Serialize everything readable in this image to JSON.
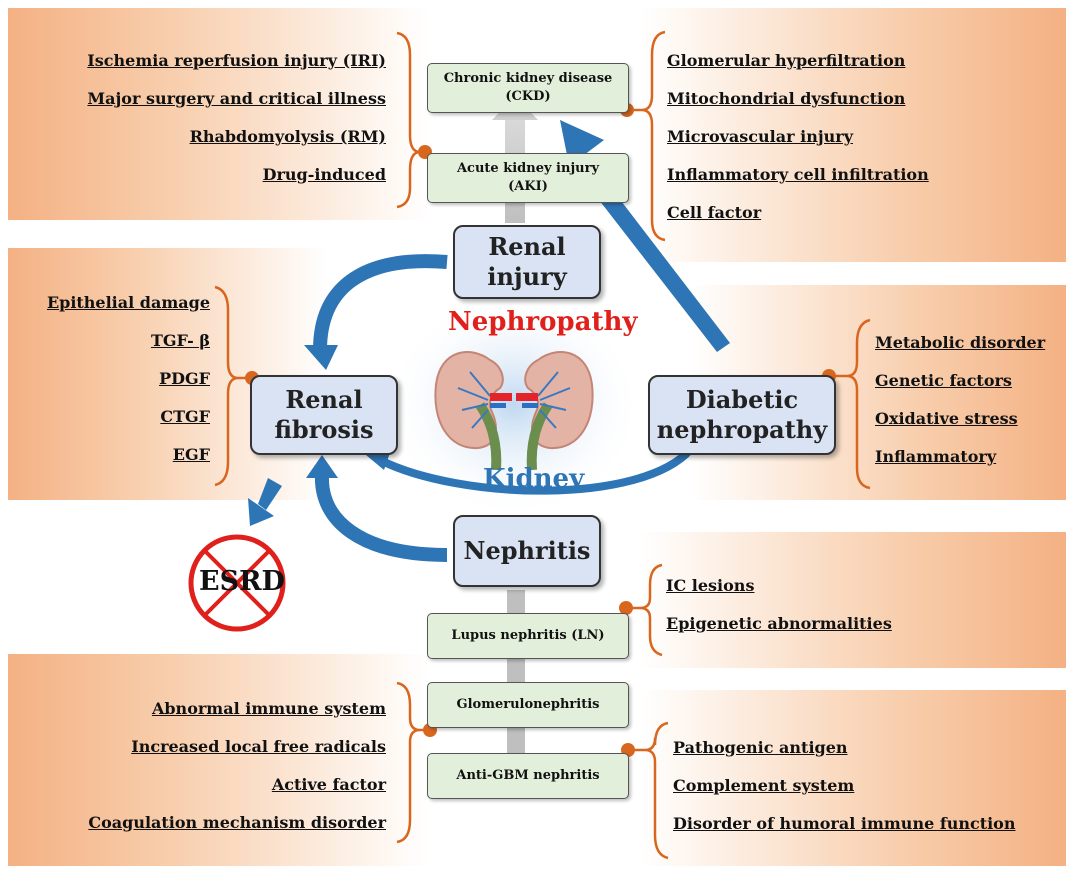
{
  "center": {
    "nephropathy": "Nephropathy",
    "kidney": "Kidney",
    "renal_injury": "Renal\ninjury",
    "renal_fibrosis": "Renal\nfibrosis",
    "diabetic_nephropathy": "Diabetic\nnephropathy",
    "nephritis": "Nephritis",
    "esrd": "ESRD"
  },
  "injury": {
    "ckd": "Chronic kidney disease\n(CKD)",
    "aki": "Acute kidney injury\n(AKI)",
    "aki_causes": [
      "Ischemia reperfusion injury (IRI)",
      "Major surgery and critical illness",
      "Rhabdomyolysis (RM)",
      "Drug-induced"
    ],
    "ckd_causes": [
      "Glomerular hyperfiltration",
      "Mitochondrial dysfunction",
      "Microvascular injury",
      "Inflammatory cell infiltration",
      "Cell factor"
    ]
  },
  "fibrosis": {
    "factors": [
      "Epithelial damage",
      "TGF- β",
      "PDGF",
      "CTGF",
      "EGF"
    ]
  },
  "diabetic": {
    "factors": [
      "Metabolic disorder",
      "Genetic factors",
      "Oxidative stress",
      "Inflammatory"
    ]
  },
  "nephritis": {
    "ln": "Lupus nephritis (LN)",
    "gn": "Glomerulonephritis",
    "gbm": "Anti-GBM nephritis",
    "ln_causes": [
      "IC lesions",
      "Epigenetic abnormalities"
    ],
    "gn_causes": [
      "Abnormal immune system",
      "Increased local free radicals",
      "Active factor",
      "Coagulation mechanism disorder"
    ],
    "gbm_causes": [
      "Pathogenic antigen",
      "Complement system",
      "Disorder of humoral immune function"
    ]
  },
  "colors": {
    "panel": "#f4b183",
    "bracket": "#d9661f",
    "arrow": "#2e75b6",
    "nephropathy": "#e0201b",
    "kidney": "#2e75b6",
    "green_box": "#e2efda",
    "blue_box": "#dae3f3",
    "esrd": "#e0201b"
  }
}
